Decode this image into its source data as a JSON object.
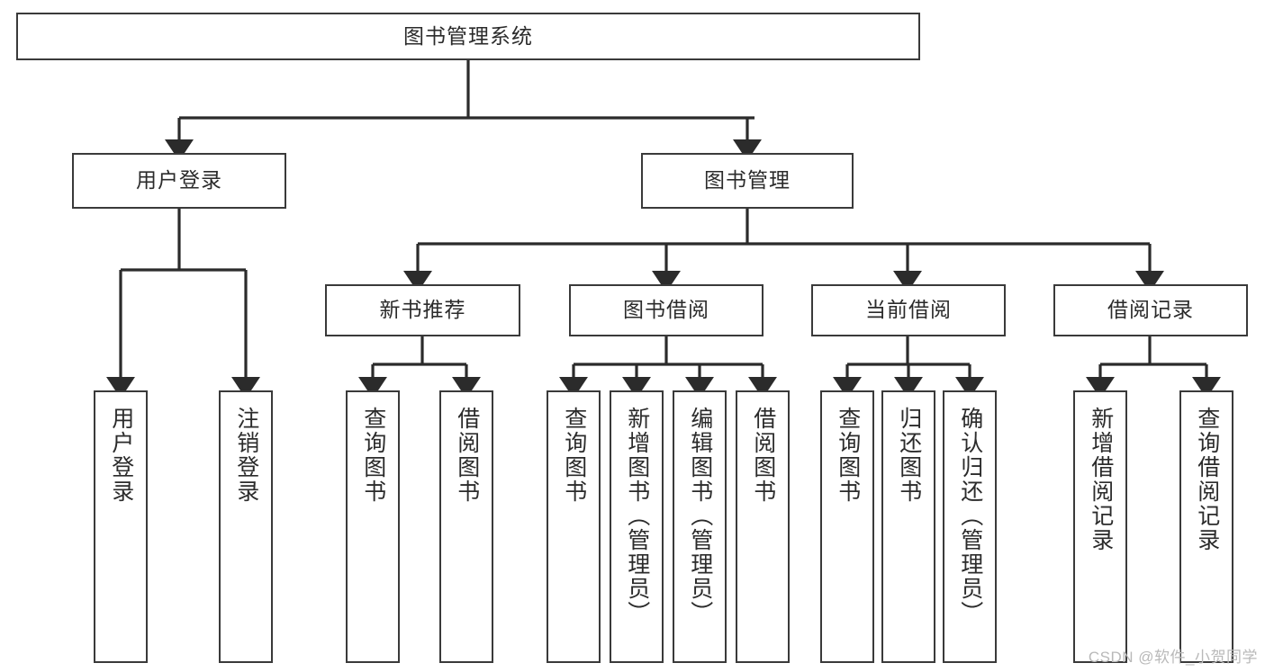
{
  "diagram": {
    "type": "tree-hierarchy",
    "title": "图书管理系统",
    "watermark": "CSDN @软件_小贺同学",
    "colors": {
      "box_border": "#3a3a3a",
      "box_fill": "#ffffff",
      "connector": "#2b2b2b",
      "text": "#2b2b2b",
      "watermark": "#b9b9b9",
      "background": "#ffffff"
    },
    "nodes": {
      "root": {
        "label": "图书管理系统"
      },
      "level2": [
        {
          "id": "user-login",
          "label": "用户登录"
        },
        {
          "id": "book-manage",
          "label": "图书管理"
        }
      ],
      "level3": [
        {
          "id": "new-book-rec",
          "label": "新书推荐"
        },
        {
          "id": "book-borrow",
          "label": "图书借阅"
        },
        {
          "id": "current-borrow",
          "label": "当前借阅"
        },
        {
          "id": "borrow-record",
          "label": "借阅记录"
        }
      ],
      "leaves": {
        "user-login": [
          {
            "id": "leaf-user-login",
            "label": "用户登录"
          },
          {
            "id": "leaf-user-logout",
            "label": "注销登录"
          }
        ],
        "new-book-rec": [
          {
            "id": "leaf-query-book-1",
            "label": "查询图书"
          },
          {
            "id": "leaf-borrow-book-1",
            "label": "借阅图书"
          }
        ],
        "book-borrow": [
          {
            "id": "leaf-query-book-2",
            "label": "查询图书"
          },
          {
            "id": "leaf-add-book",
            "label": "新增图书（管理员）"
          },
          {
            "id": "leaf-edit-book",
            "label": "编辑图书（管理员）"
          },
          {
            "id": "leaf-borrow-book-2",
            "label": "借阅图书"
          }
        ],
        "current-borrow": [
          {
            "id": "leaf-query-book-3",
            "label": "查询图书"
          },
          {
            "id": "leaf-return-book",
            "label": "归还图书"
          },
          {
            "id": "leaf-confirm-return",
            "label": "确认归还（管理员）"
          }
        ],
        "borrow-record": [
          {
            "id": "leaf-add-record",
            "label": "新增借阅记录"
          },
          {
            "id": "leaf-query-record",
            "label": "查询借阅记录"
          }
        ]
      }
    }
  }
}
